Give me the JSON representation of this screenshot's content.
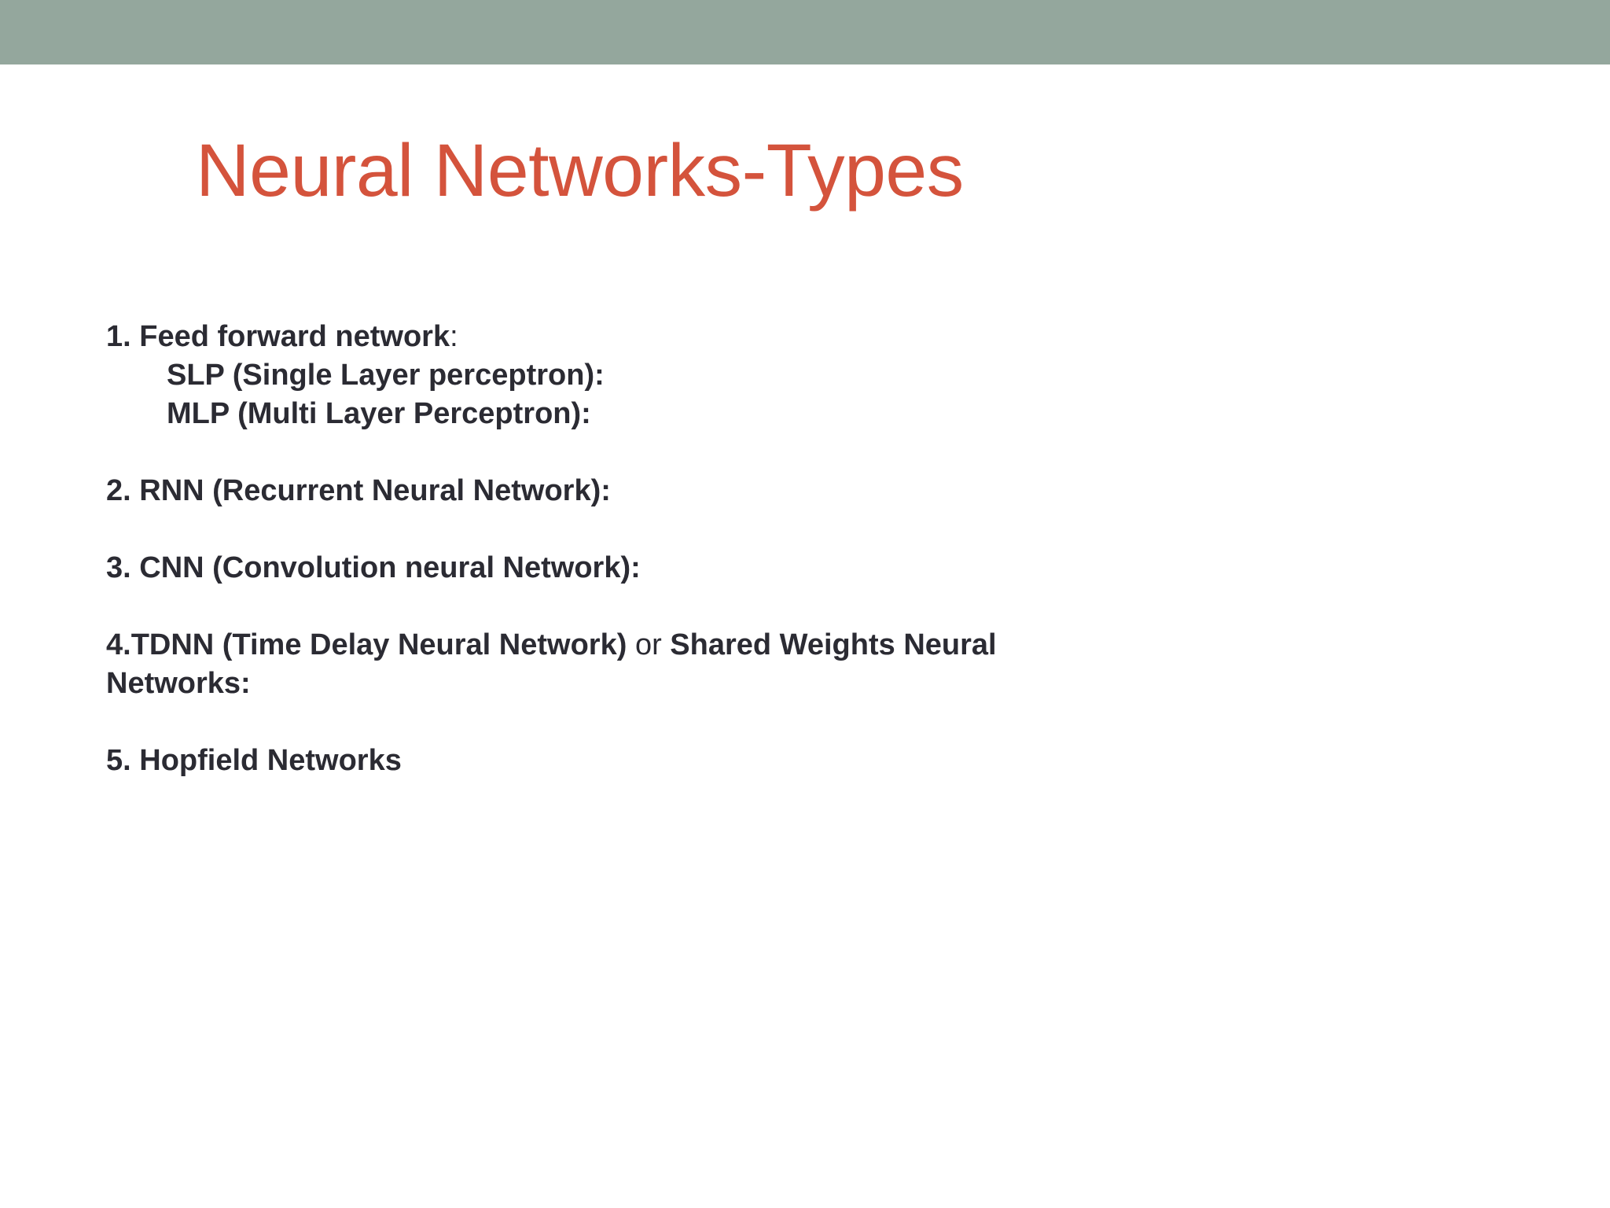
{
  "slide": {
    "title": "Neural Networks-Types",
    "title_color": "#d4533c",
    "header_bar_color": "#94a79d",
    "body_text_color": "#2b2b33",
    "background_color": "#ffffff",
    "body": {
      "item1": {
        "label": "1. Feed forward network",
        "trailing_punctuation": ":",
        "sub_items": [
          "SLP (Single Layer perceptron):",
          "MLP (Multi Layer Perceptron):"
        ]
      },
      "item2": "2. RNN (Recurrent Neural Network):",
      "item3": "3. CNN (Convolution neural Network):",
      "item4": {
        "part_bold_1": "4.TDNN (Time Delay Neural Network) ",
        "part_regular": "or",
        "part_bold_2": " Shared Weights Neural Networks:"
      },
      "item5": "5. Hopfield Networks"
    }
  }
}
